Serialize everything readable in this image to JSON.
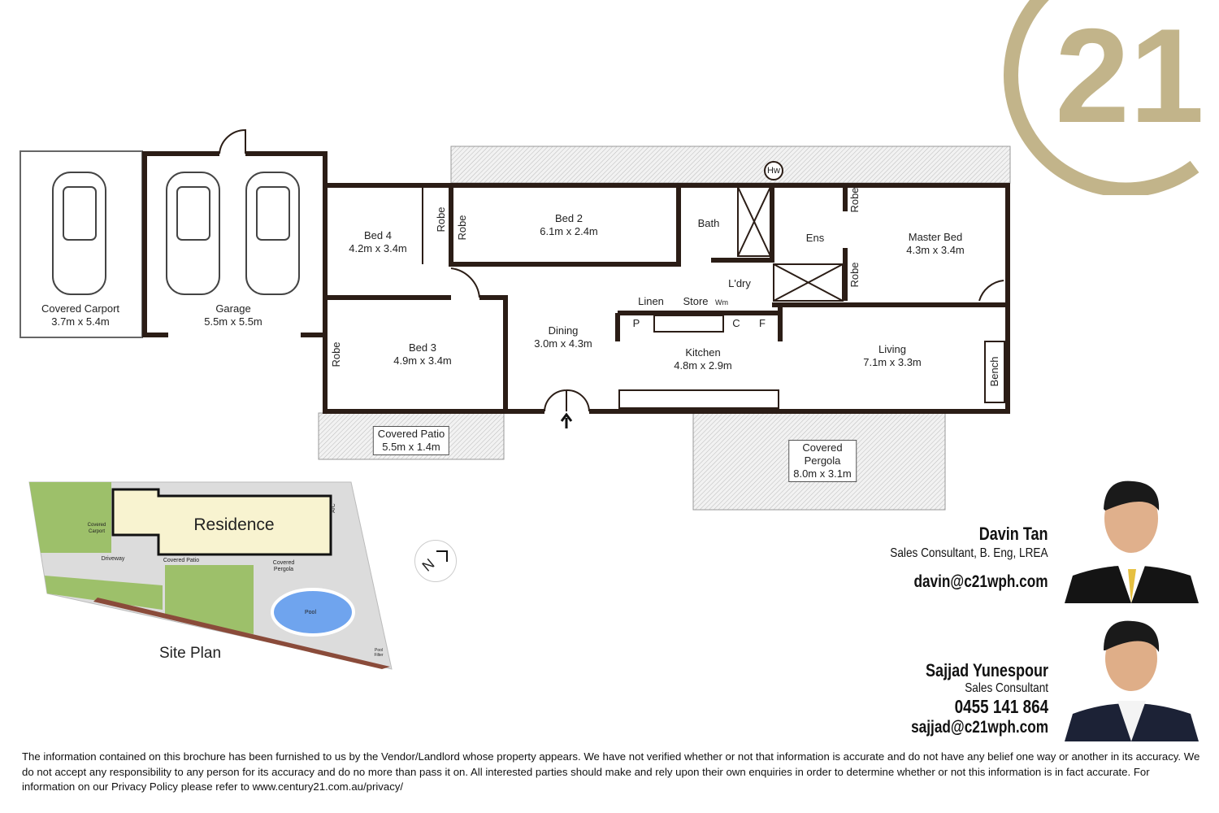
{
  "logo": {
    "text": "21",
    "brand": "Century 21",
    "color": "#c2b48a"
  },
  "floorplan": {
    "rooms": [
      {
        "id": "covered-carport",
        "name": "Covered Carport",
        "dims": "3.7m x 5.4m"
      },
      {
        "id": "garage",
        "name": "Garage",
        "dims": "5.5m x 5.5m"
      },
      {
        "id": "bed-4",
        "name": "Bed 4",
        "dims": "4.2m x 3.4m"
      },
      {
        "id": "bed-2",
        "name": "Bed 2",
        "dims": "6.1m x 2.4m"
      },
      {
        "id": "master-bed",
        "name": "Master Bed",
        "dims": "4.3m x 3.4m"
      },
      {
        "id": "bed-3",
        "name": "Bed 3",
        "dims": "4.9m x 3.4m"
      },
      {
        "id": "dining",
        "name": "Dining",
        "dims": "3.0m x 4.3m"
      },
      {
        "id": "kitchen",
        "name": "Kitchen",
        "dims": "4.8m x 2.9m"
      },
      {
        "id": "living",
        "name": "Living",
        "dims": "7.1m x 3.3m"
      },
      {
        "id": "covered-patio",
        "name": "Covered Patio",
        "dims": "5.5m x 1.4m"
      }
    ],
    "pergola": {
      "line1": "Covered",
      "line2": "Pergola",
      "dims": "8.0m x 3.1m"
    },
    "small": {
      "bath": "Bath",
      "ens": "Ens",
      "robe": "Robe",
      "linen": "Linen",
      "store": "Store",
      "ldry": "L'dry",
      "wm": "Wm",
      "hw": "Hw",
      "p": "P",
      "c": "C",
      "f": "F",
      "bench": "Bench"
    }
  },
  "site_plan": {
    "title": "Site Plan",
    "residence": "Residence",
    "carport": "Covered Carport",
    "driveway": "Driveway",
    "patio": "Covered Patio",
    "pergola": "Covered Pergola",
    "pool": "Pool",
    "pool_filter": "Pool Filter",
    "ac": "A/C"
  },
  "compass": {
    "label": "N"
  },
  "agents": [
    {
      "name": "Davin Tan",
      "title": "Sales Consultant, B. Eng, LREA",
      "email": "davin@c21wph.com"
    },
    {
      "name": "Sajjad Yunespour",
      "title": "Sales Consultant",
      "phone": "0455 141 864",
      "email": "sajjad@c21wph.com"
    }
  ],
  "disclaimer": "The information contained on this brochure has been furnished to us by the Vendor/Landlord whose property appears. We have not verified whether or not that information is accurate and do not have any belief one way or another in its accuracy. We do not accept any responsibility to any person for its accuracy and do no more than pass it on. All interested parties should make and rely upon their own enquiries in order to determine whether or not this information is in fact accurate. For information on our Privacy Policy please refer to www.century21.com.au/privacy/"
}
